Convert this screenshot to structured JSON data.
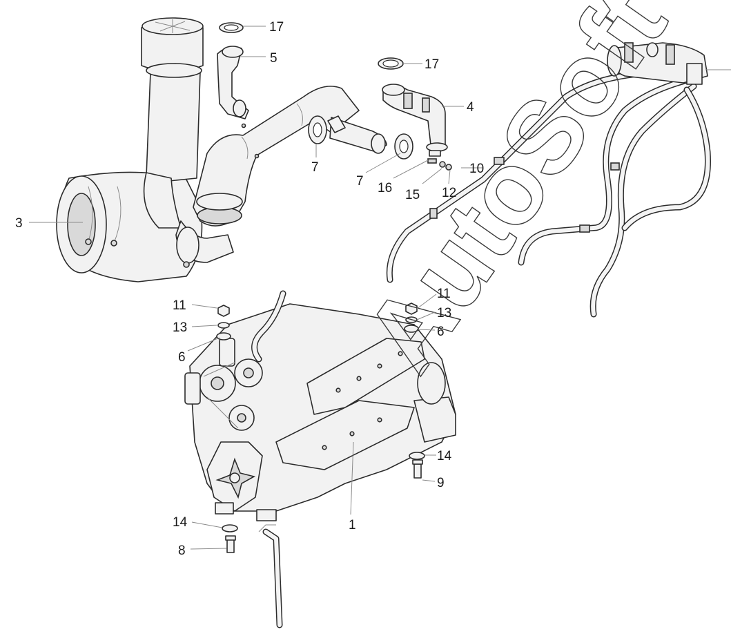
{
  "diagram": {
    "callouts": {
      "c1": "1",
      "c3": "3",
      "c4": "4",
      "c5": "5",
      "c6a": "6",
      "c6b": "6",
      "c7a": "7",
      "c7b": "7",
      "c8": "8",
      "c9": "9",
      "c10": "10",
      "c11a": "11",
      "c11b": "11",
      "c12": "12",
      "c13a": "13",
      "c13b": "13",
      "c14a": "14",
      "c14b": "14",
      "c15": "15",
      "c16": "16",
      "c17a": "17",
      "c17b": "17"
    },
    "watermark": "AutoSoft"
  }
}
